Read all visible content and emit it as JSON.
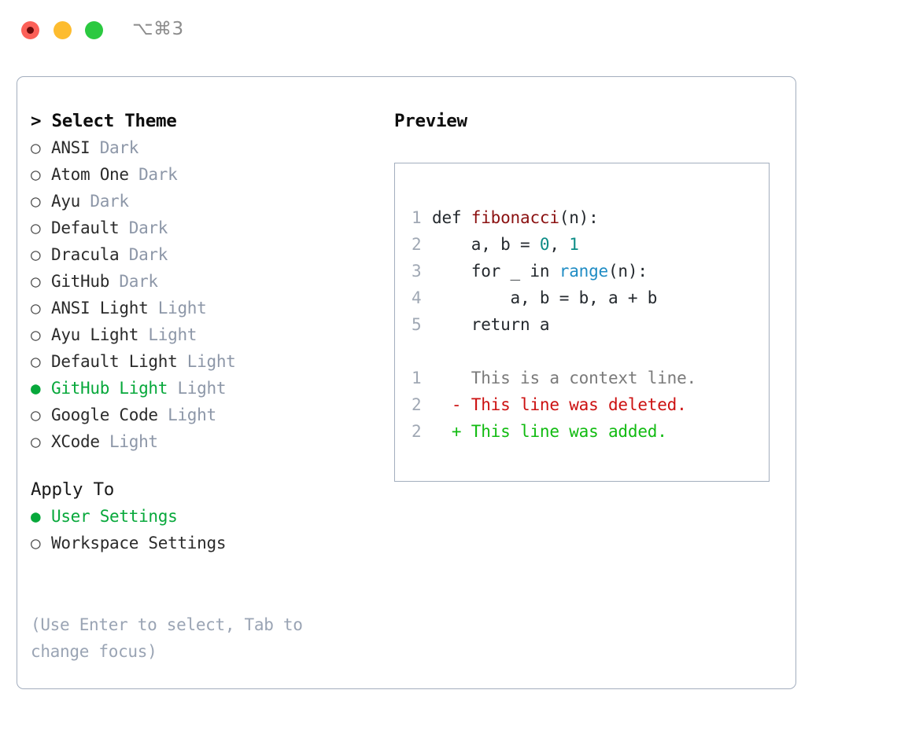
{
  "window": {
    "shortcut": "⌥⌘3",
    "traffic_lights": [
      "close-red",
      "minimize-yellow",
      "maximize-green"
    ]
  },
  "theme_panel": {
    "header": "> Select Theme",
    "marker_unselected": "○",
    "marker_selected": "●",
    "items": [
      {
        "label": "ANSI",
        "badge": "Dark",
        "selected": false
      },
      {
        "label": "Atom One",
        "badge": "Dark",
        "selected": false
      },
      {
        "label": "Ayu",
        "badge": "Dark",
        "selected": false
      },
      {
        "label": "Default",
        "badge": "Dark",
        "selected": false
      },
      {
        "label": "Dracula",
        "badge": "Dark",
        "selected": false
      },
      {
        "label": "GitHub",
        "badge": "Dark",
        "selected": false
      },
      {
        "label": "ANSI Light",
        "badge": "Light",
        "selected": false
      },
      {
        "label": "Ayu Light",
        "badge": "Light",
        "selected": false
      },
      {
        "label": "Default Light",
        "badge": "Light",
        "selected": false
      },
      {
        "label": "GitHub Light",
        "badge": "Light",
        "selected": true
      },
      {
        "label": "Google Code",
        "badge": "Light",
        "selected": false
      },
      {
        "label": "XCode",
        "badge": "Light",
        "selected": false
      }
    ]
  },
  "apply_to": {
    "header": "Apply To",
    "items": [
      {
        "label": "User Settings",
        "badge": "",
        "selected": true
      },
      {
        "label": "Workspace Settings",
        "badge": "",
        "selected": false
      }
    ]
  },
  "hint": "(Use Enter to select, Tab to change focus)",
  "preview": {
    "title": "Preview",
    "code_lines": [
      {
        "num": "1",
        "tokens": [
          {
            "text": "def ",
            "kind": "plain"
          },
          {
            "text": "fibonacci",
            "kind": "fn"
          },
          {
            "text": "(n):",
            "kind": "plain"
          }
        ]
      },
      {
        "num": "2",
        "tokens": [
          {
            "text": "    a, b = ",
            "kind": "plain"
          },
          {
            "text": "0",
            "kind": "num"
          },
          {
            "text": ", ",
            "kind": "plain"
          },
          {
            "text": "1",
            "kind": "num"
          }
        ]
      },
      {
        "num": "3",
        "tokens": [
          {
            "text": "    for _ in ",
            "kind": "plain"
          },
          {
            "text": "range",
            "kind": "call"
          },
          {
            "text": "(n):",
            "kind": "plain"
          }
        ]
      },
      {
        "num": "4",
        "tokens": [
          {
            "text": "        a, b = b, a + b",
            "kind": "plain"
          }
        ]
      },
      {
        "num": "5",
        "tokens": [
          {
            "text": "    return a",
            "kind": "plain"
          }
        ]
      }
    ],
    "diff_lines": [
      {
        "num": "1",
        "sign": " ",
        "text": " This is a context line.",
        "kind": "ctx"
      },
      {
        "num": "2",
        "sign": "-",
        "text": " This line was deleted.",
        "kind": "del"
      },
      {
        "num": "2",
        "sign": "+",
        "text": " This line was added.",
        "kind": "add"
      }
    ]
  },
  "colors": {
    "accent_green": "#07a83b",
    "border": "#a3aebe",
    "badge_muted": "#8d97a8",
    "hint_muted": "#9aa4b4",
    "syntax_function": "#8b1111",
    "syntax_number": "#0c8c86",
    "syntax_call": "#1f8cc4",
    "diff_deleted": "#cc1111",
    "diff_added": "#11bb11",
    "diff_context": "#7a7a7a",
    "gutter": "#a0a8b4",
    "traffic_red": "#fc6058",
    "traffic_yellow": "#fdbc2f",
    "traffic_green": "#2bc940"
  }
}
